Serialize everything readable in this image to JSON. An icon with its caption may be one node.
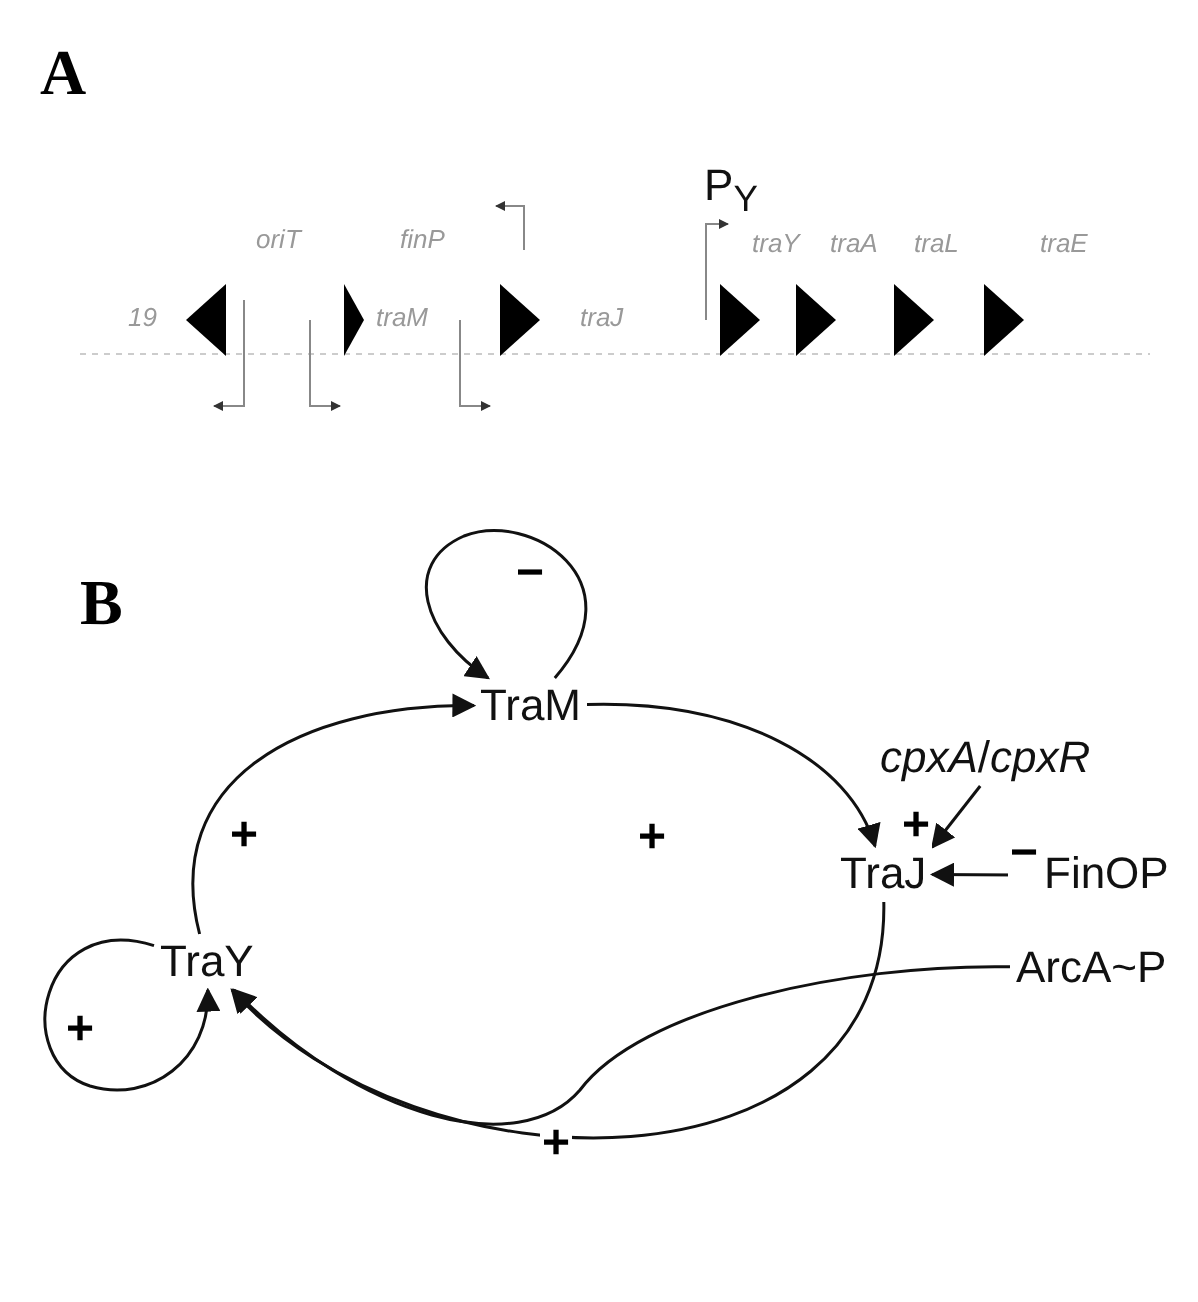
{
  "diagram": {
    "nodes": [
      {
        "text": [
          "TraM"
        ]
      },
      {
        "text": [
          "TraJ"
        ]
      },
      {
        "text": [
          "TraY"
        ]
      },
      {
        "text": [
          "*cpxA*/*cpxR*"
        ]
      },
      {
        "text": [
          "FinOP"
        ]
      },
      {
        "text": [
          "ArcA~P"
        ]
      }
    ],
    "edges": [
      {
        "from": 0,
        "to": 0,
        "arrow": "to",
        "label": "−"
      },
      {
        "from": 0,
        "to": 1,
        "arrow": "to",
        "label": "+"
      },
      {
        "from": 1,
        "to": 2,
        "arrow": "to",
        "label": "+"
      },
      {
        "from": 2,
        "to": 0,
        "arrow": "to",
        "label": "+"
      },
      {
        "from": 2,
        "to": 2,
        "arrow": "to",
        "label": "+"
      },
      {
        "from": 3,
        "to": 1,
        "arrow": "to",
        "label": "+"
      },
      {
        "from": 4,
        "to": 1,
        "arrow": "to",
        "label": "−"
      },
      {
        "from": 5,
        "to": 2,
        "arrow": "to"
      }
    ],
    "labels": [
      "A",
      "P$_{Y}$",
      "oriT",
      "finP",
      "traY",
      "traA",
      "traL",
      "traE",
      "19",
      "traM",
      "traJ",
      "B"
    ]
  }
}
